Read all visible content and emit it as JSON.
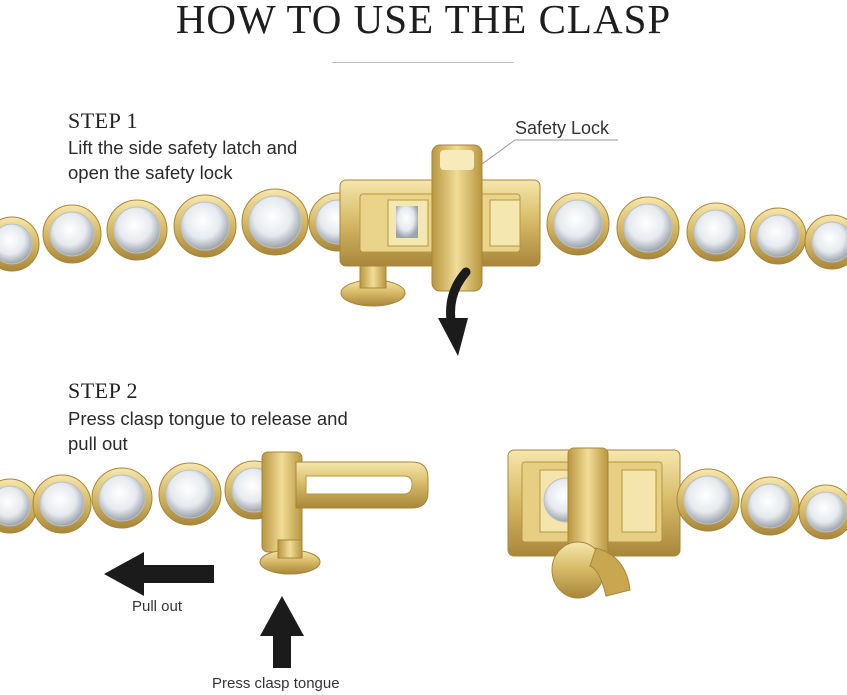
{
  "title": "HOW TO USE THE CLASP",
  "step1": {
    "heading": "STEP 1",
    "line1": "Lift the side safety latch and",
    "line2": "open the safety lock"
  },
  "safety_lock_label": "Safety Lock",
  "step2": {
    "heading": "STEP 2",
    "line1": "Press clasp tongue to release and",
    "line2": "pull out"
  },
  "pull_out_label": "Pull out",
  "press_label": "Press clasp tongue",
  "colors": {
    "gold": "#d9bd6a",
    "gold_dark": "#a8863a",
    "gold_light": "#f3e2a3",
    "diamond": "#eef1f4",
    "arrow": "#1b1b1b"
  }
}
